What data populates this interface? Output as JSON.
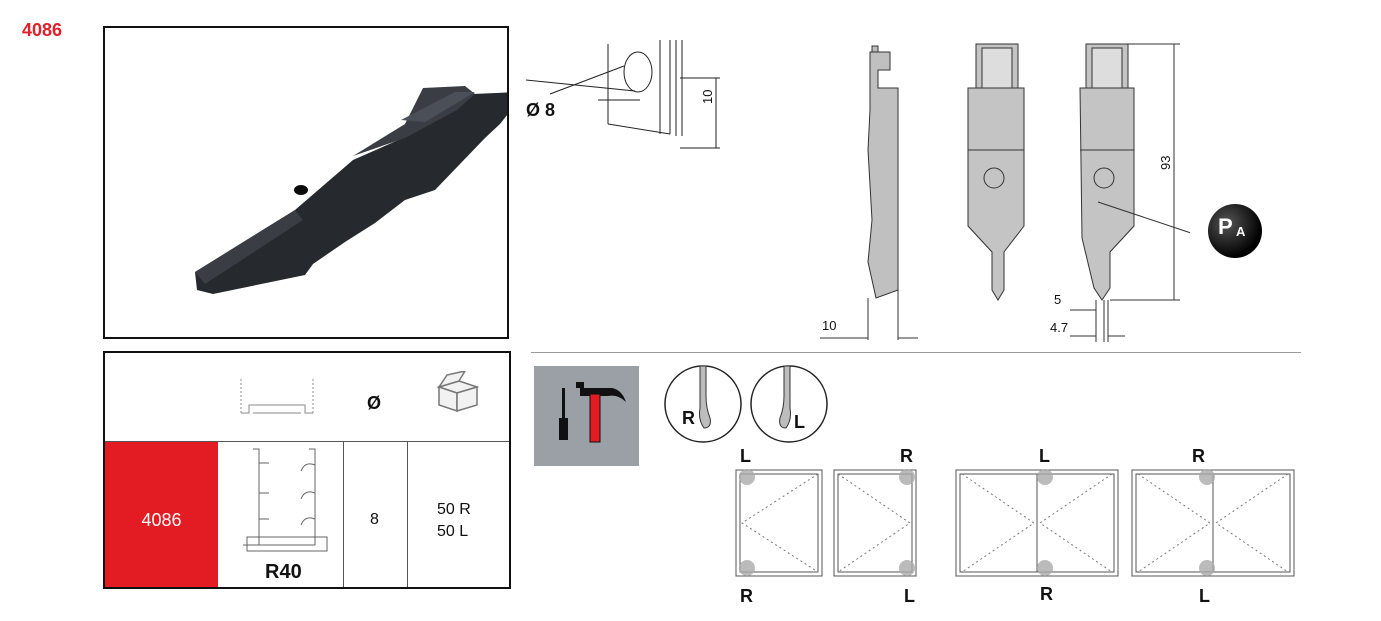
{
  "product_code": "4086",
  "hole_drawing": {
    "diameter_label": "Ø 8",
    "depth_label": "10"
  },
  "side_view": {
    "width_label": "10"
  },
  "front_view": {
    "height_label": "93",
    "offset_5": "5",
    "offset_47": "4.7"
  },
  "pa_badge": {
    "p": "P",
    "a": "A"
  },
  "table": {
    "header_diameter": "Ø",
    "row_code": "4086",
    "profile_name": "R40",
    "diameter_value": "8",
    "qty_r": "50 R",
    "qty_l": "50 L"
  },
  "handedness": {
    "right_label": "R",
    "left_label": "L"
  },
  "mounting_diagrams": [
    {
      "top": "L",
      "bottom": "R"
    },
    {
      "top": "R",
      "bottom": "L"
    },
    {
      "top": "L",
      "bottom": "R"
    },
    {
      "top": "R",
      "bottom": "L"
    }
  ]
}
